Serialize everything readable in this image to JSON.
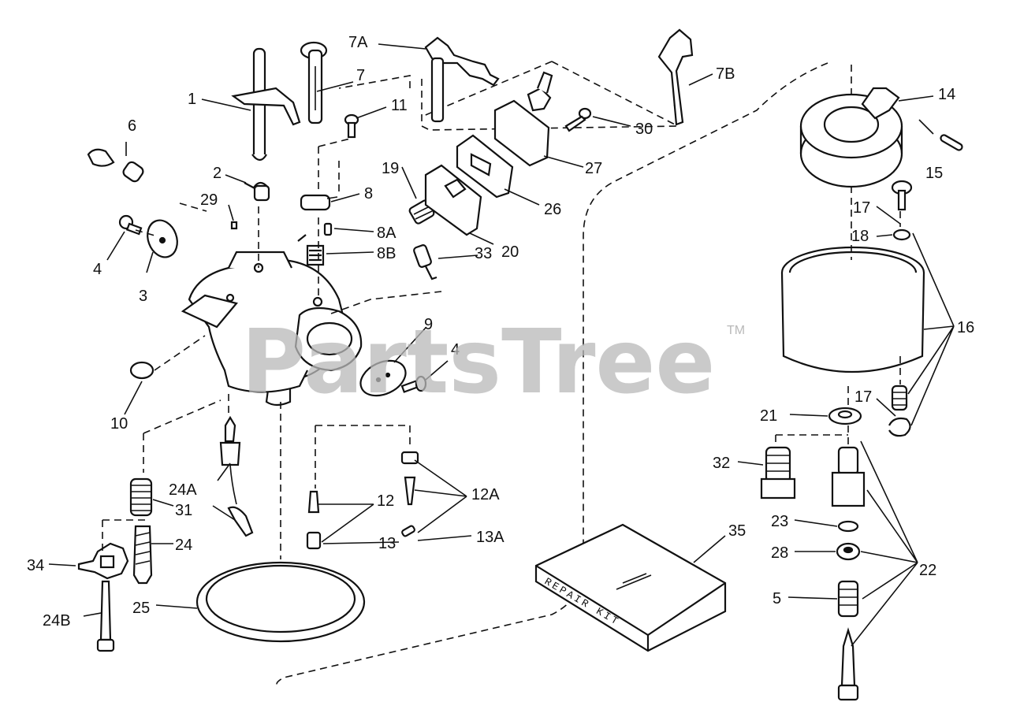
{
  "watermark": {
    "text": "PartsTree",
    "trademark": "TM"
  },
  "repair_kit_text": "REPAIR KIT",
  "callouts": {
    "c1": "1",
    "c2": "2",
    "c3": "3",
    "c4a": "4",
    "c4b": "4",
    "c5": "5",
    "c6": "6",
    "c7": "7",
    "c7a": "7A",
    "c7b": "7B",
    "c8": "8",
    "c8a": "8A",
    "c8b": "8B",
    "c9": "9",
    "c10": "10",
    "c11": "11",
    "c12": "12",
    "c12a": "12A",
    "c13": "13",
    "c13a": "13A",
    "c14": "14",
    "c15": "15",
    "c16": "16",
    "c17a": "17",
    "c17b": "17",
    "c18": "18",
    "c19": "19",
    "c20": "20",
    "c21": "21",
    "c22": "22",
    "c23": "23",
    "c24": "24",
    "c24a": "24A",
    "c24b": "24B",
    "c25": "25",
    "c26": "26",
    "c27": "27",
    "c28": "28",
    "c29": "29",
    "c30": "30",
    "c31": "31",
    "c32": "32",
    "c33": "33",
    "c34": "34",
    "c35": "35"
  }
}
